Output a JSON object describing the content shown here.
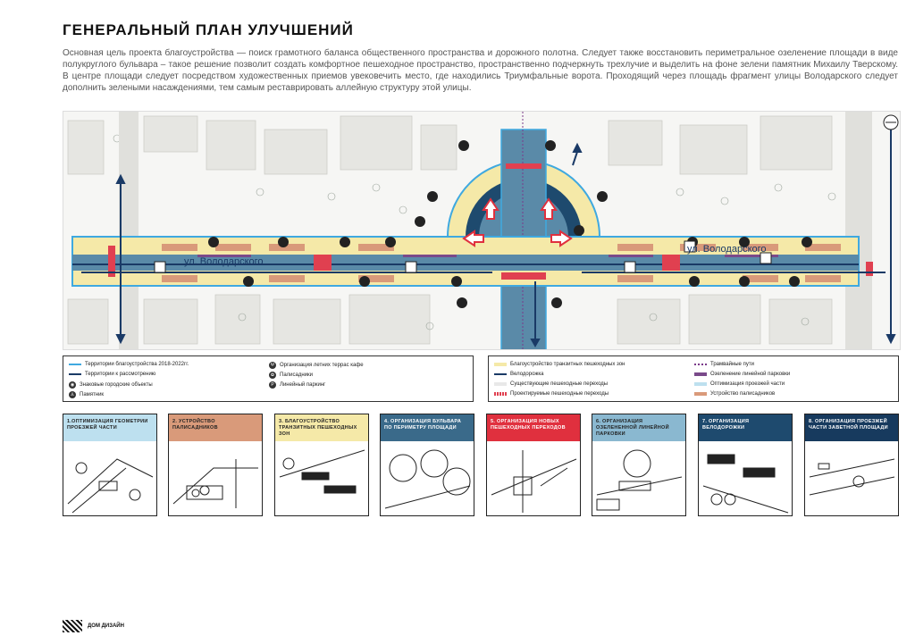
{
  "page": {
    "title": "ГЕНЕРАЛЬНЫЙ ПЛАН УЛУЧШЕНИЙ",
    "intro": "Основная цель проекта благоустройства — поиск грамотного баланса общественного пространства и дорожного полотна. Следует также восстановить периметральное озеленение площади в виде полукруглого бульвара – такое решение позволит создать комфортное пешеходное пространство, пространственно подчеркнуть трехлучие и выделить на фоне зелени памятник Михаилу Тверскому. В центре площади следует посредством художественных приемов увековечить место, где находились Триумфальные ворота. Проходящий через площадь фрагмент улицы Володарского следует дополнить зелеными насаждениями, тем самым реставрировать аллейную структуру этой улицы."
  },
  "plan": {
    "street_label_left": "ул. Володарского",
    "street_label_right": "ул. Володарского"
  },
  "legend_left": {
    "items": [
      {
        "label": "Территории благоустройства 2018-2022гг.",
        "color": "#3fa9e0"
      },
      {
        "label": "Территории к рассмотрению",
        "color": "#1a3a66"
      },
      {
        "label": "Знаковые городские объекты",
        "icon": "camera-icon"
      },
      {
        "label": "Памятник",
        "icon": "monument-icon"
      },
      {
        "label": "Организация летних террас кафе",
        "icon": "cafe-icon"
      },
      {
        "label": "Палисадники",
        "icon": "garden-icon"
      },
      {
        "label": "Линейный паркинг",
        "icon": "parking-icon"
      }
    ]
  },
  "legend_right": {
    "items": [
      {
        "label": "Благоустройство транзитных пешеходных зон",
        "color": "#f5e9a8"
      },
      {
        "label": "Велодорожка",
        "color": "#1a3a66"
      },
      {
        "label": "Существующие пешеходные переходы",
        "color": "#e8e8e8"
      },
      {
        "label": "Проектируемые пешеходные переходы",
        "color": "#e04050"
      },
      {
        "label": "Трамвайные пути",
        "color": "#7a3a8a"
      },
      {
        "label": "Озеленение линейной парковки",
        "color": "#7a4a8a"
      },
      {
        "label": "Оптимизация проезжей части",
        "color": "#bde0ef"
      },
      {
        "label": "Устройство палисадников",
        "color": "#d99a7a"
      }
    ]
  },
  "cards": [
    {
      "title": "1.ОПТИМИЗАЦИЯ ГЕОМЕТРИИ ПРОЕЗЖЕЙ ЧАСТИ",
      "color": "#bde0ef",
      "text_color": "#222"
    },
    {
      "title": "2. УСТРОЙСТВО ПАЛИСАДНИКОВ",
      "color": "#d99a7a",
      "text_color": "#222"
    },
    {
      "title": "3. БЛАГОУСТРОЙСТВО ТРАНЗИТНЫХ ПЕШЕХОДНЫХ ЗОН",
      "color": "#f5e9a8",
      "text_color": "#222"
    },
    {
      "title": "4. ОРГАНИЗАЦИЯ БУЛЬВАРА ПО ПЕРИМЕТРУ ПЛОЩАДИ",
      "color": "#3a6a8a",
      "text_color": "#fff"
    },
    {
      "title": "5. ОРГАНИЗАЦИЯ НОВЫХ ПЕШЕХОДНЫХ ПЕРЕХОДОВ",
      "color": "#e0303e",
      "text_color": "#fff"
    },
    {
      "title": "6. ОРГАНИЗАЦИЯ ОЗЕЛЕНЕННОЙ ЛИНЕЙНОЙ ПАРКОВКИ",
      "color": "#8ab8d0",
      "text_color": "#222"
    },
    {
      "title": "7. ОРГАНИЗАЦИЯ ВЕЛОДОРОЖКИ",
      "color": "#1e4a6e",
      "text_color": "#fff"
    },
    {
      "title": "8. ОРГАНИЗАЦИЯ ПРОЕЗЖЕЙ ЧАСТИ ЗАВЕТНОЙ ПЛОЩАДИ",
      "color": "#173a5e",
      "text_color": "#fff"
    }
  ],
  "footer": {
    "logo_text": "ДОМ ДИЗАЙН"
  }
}
